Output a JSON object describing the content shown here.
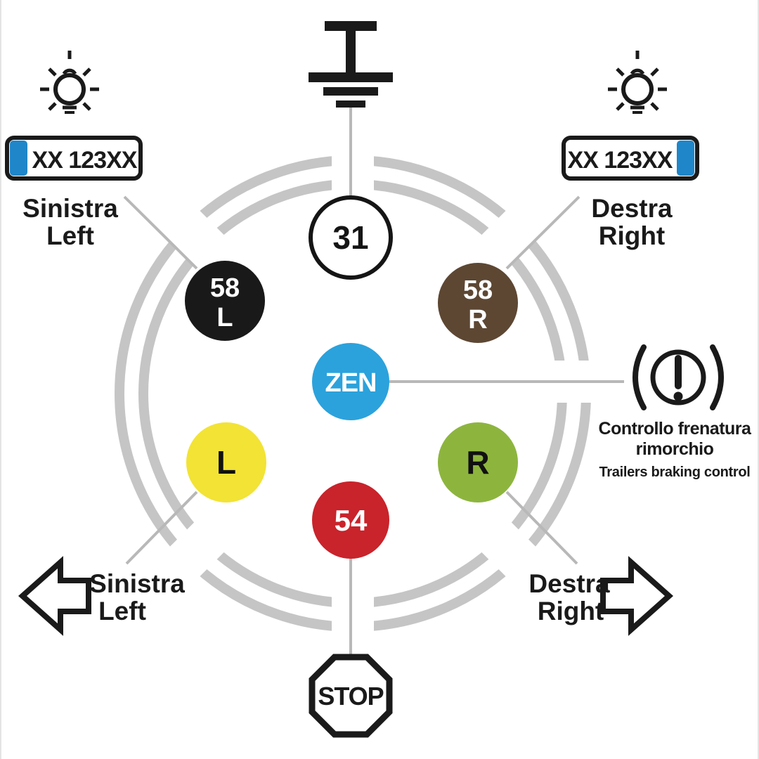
{
  "colors": {
    "ink": "#1a1a1a",
    "ring": "#c5c5c5",
    "line": "#b8b8b8",
    "plate_blue": "#1f86c9",
    "white": "#ffffff"
  },
  "pins": {
    "p31": {
      "label": "31",
      "fill": "#ffffff",
      "text_color": "#151515"
    },
    "p58l": {
      "line1": "58",
      "line2": "L",
      "fill": "#191919",
      "text_color": "#ffffff"
    },
    "p58r": {
      "line1": "58",
      "line2": "R",
      "fill": "#5d4733",
      "text_color": "#ffffff"
    },
    "zen": {
      "label": "ZEN",
      "fill": "#2ba2dc",
      "text_color": "#ffffff"
    },
    "l": {
      "label": "L",
      "fill": "#f2e335",
      "text_color": "#111111"
    },
    "r": {
      "label": "R",
      "fill": "#8db53e",
      "text_color": "#111111"
    },
    "p54": {
      "label": "54",
      "fill": "#c9232b",
      "text_color": "#ffffff"
    }
  },
  "plates": {
    "left": "XX 123XX",
    "right": "XX 123XX"
  },
  "labels": {
    "top_left": {
      "l1": "Sinistra",
      "l2": "Left"
    },
    "top_right": {
      "l1": "Destra",
      "l2": "Right"
    },
    "bottom_left": {
      "l1": "Sinistra",
      "l2": "Left"
    },
    "bottom_right": {
      "l1": "Destra",
      "l2": "Right"
    },
    "brake": {
      "l1": "Controllo frenatura",
      "l2": "rimorchio",
      "l3": "Trailers braking control"
    },
    "stop": "STOP"
  }
}
